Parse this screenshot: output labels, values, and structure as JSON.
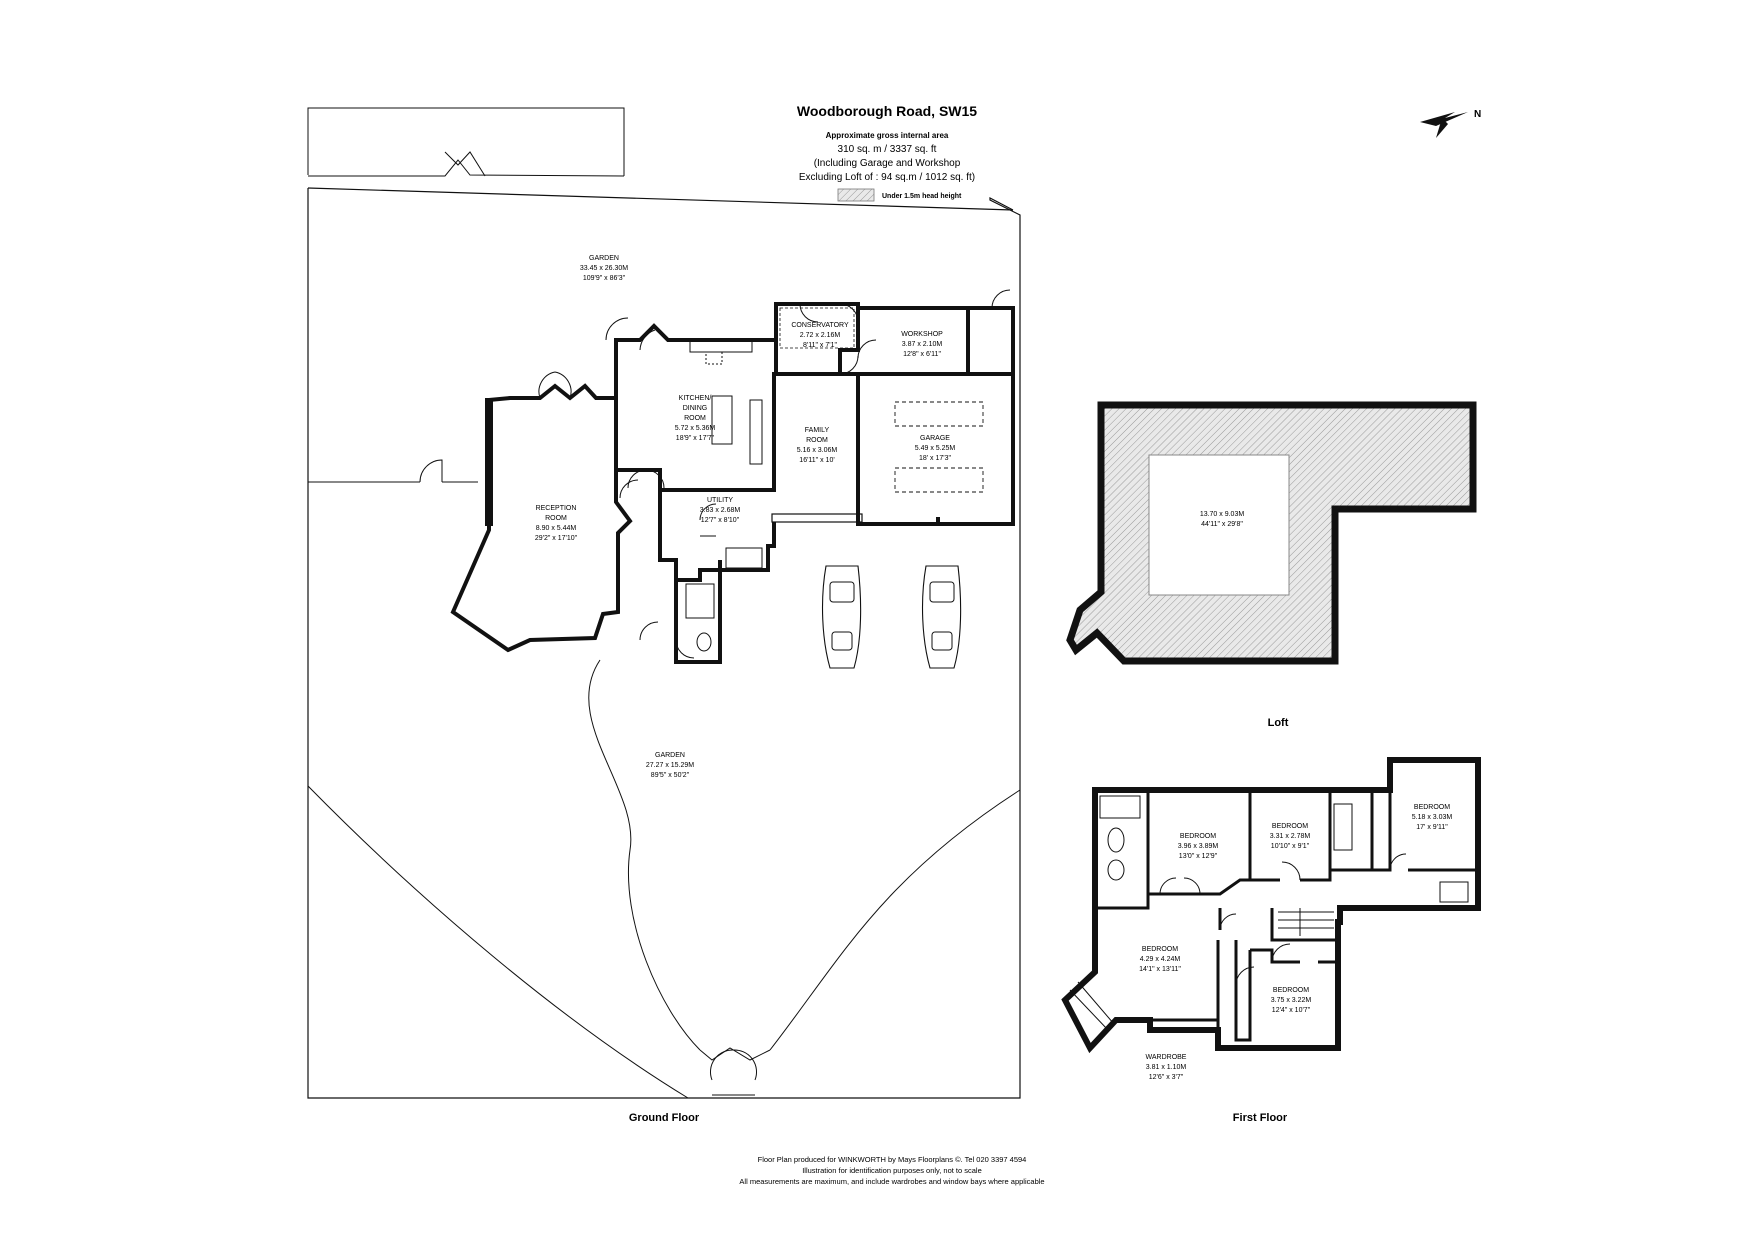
{
  "header": {
    "title": "Woodborough Road, SW15",
    "subtitle": "Approximate gross internal area",
    "area_line1": "310 sq. m / 3337 sq. ft",
    "area_line2": "(Including Garage and Workshop",
    "area_line3": "Excluding Loft of : 94 sq.m /  1012 sq. ft)",
    "key_label": "Under 1.5m head height"
  },
  "compass": {
    "label": "N"
  },
  "ground_floor": {
    "label": "Ground Floor",
    "rooms": [
      {
        "name": "GARDEN",
        "size_m": "33.45 x 26.30M",
        "size_ft": "109'9\" x 86'3\""
      },
      {
        "name": "CONSERVATORY",
        "size_m": "2.72 x 2.16M",
        "size_ft": "8'11\" x 7'1\""
      },
      {
        "name": "WORKSHOP",
        "size_m": "3.87 x 2.10M",
        "size_ft": "12'8\" x 6'11\""
      },
      {
        "name": "KITCHEN/",
        "name2": "DINING",
        "name3": "ROOM",
        "size_m": "5.72 x 5.36M",
        "size_ft": "18'9\" x 17'7\""
      },
      {
        "name": "FAMILY",
        "name2": "ROOM",
        "size_m": "5.16 x 3.06M",
        "size_ft": "16'11\" x 10'"
      },
      {
        "name": "GARAGE",
        "size_m": "5.49 x 5.25M",
        "size_ft": "18' x 17'3\""
      },
      {
        "name": "RECEPTION",
        "name2": "ROOM",
        "size_m": "8.90 x 5.44M",
        "size_ft": "29'2\" x 17'10\""
      },
      {
        "name": "UTILITY",
        "size_m": "3.83 x 2.68M",
        "size_ft": "12'7\" x 8'10\""
      },
      {
        "name": "GARDEN",
        "size_m": "27.27 x 15.29M",
        "size_ft": "89'5\" x 50'2\""
      }
    ]
  },
  "loft": {
    "label": "Loft",
    "size_m": "13.70 x 9.03M",
    "size_ft": "44'11\" x 29'8\""
  },
  "first_floor": {
    "label": "First Floor",
    "rooms": [
      {
        "name": "BEDROOM",
        "size_m": "3.96 x 3.89M",
        "size_ft": "13'0\" x 12'9\""
      },
      {
        "name": "BEDROOM",
        "size_m": "3.31 x 2.78M",
        "size_ft": "10'10\" x 9'1\""
      },
      {
        "name": "BEDROOM",
        "size_m": "5.18 x 3.03M",
        "size_ft": "17' x 9'11\""
      },
      {
        "name": "BEDROOM",
        "size_m": "4.29 x 4.24M",
        "size_ft": "14'1\" x 13'11\""
      },
      {
        "name": "BEDROOM",
        "size_m": "3.75 x 3.22M",
        "size_ft": "12'4\" x 10'7\""
      },
      {
        "name": "WARDROBE",
        "size_m": "3.81 x 1.10M",
        "size_ft": "12'6\" x 3'7\""
      }
    ]
  },
  "footer": {
    "line1": "Floor Plan produced for WINKWORTH by Mays Floorplans ©.  Tel 020 3397 4594",
    "line2": "Illustration for identification purposes only, not to scale",
    "line3": "All measurements are maximum, and include wardrobes and window bays where applicable"
  }
}
